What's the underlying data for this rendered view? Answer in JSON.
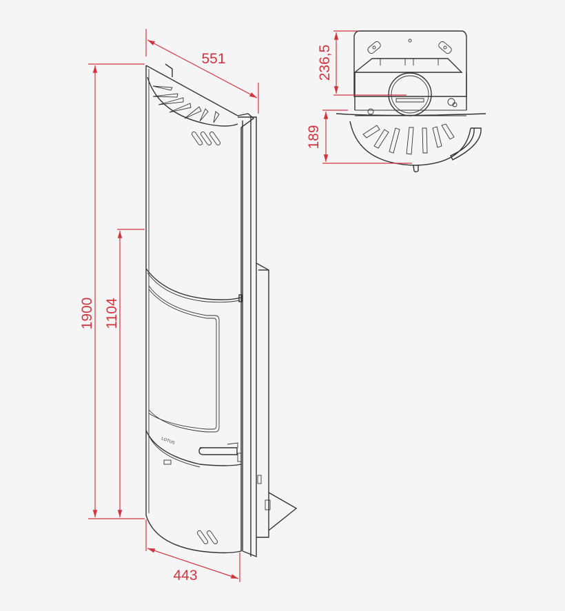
{
  "drawing": {
    "subject": "wall-mounted stove technical drawing",
    "views": [
      "front-side view",
      "top view"
    ],
    "brand_mark": "LOTUS",
    "colors": {
      "background": "#f5f5f5",
      "dimension": "#d0343f",
      "outline": "#333333"
    },
    "dimensions": {
      "total_height": "1900",
      "door_height": "1104",
      "depth_top": "551",
      "width_bottom": "443",
      "top_view_rear_depth": "236,5",
      "top_view_front_depth": "189"
    }
  }
}
